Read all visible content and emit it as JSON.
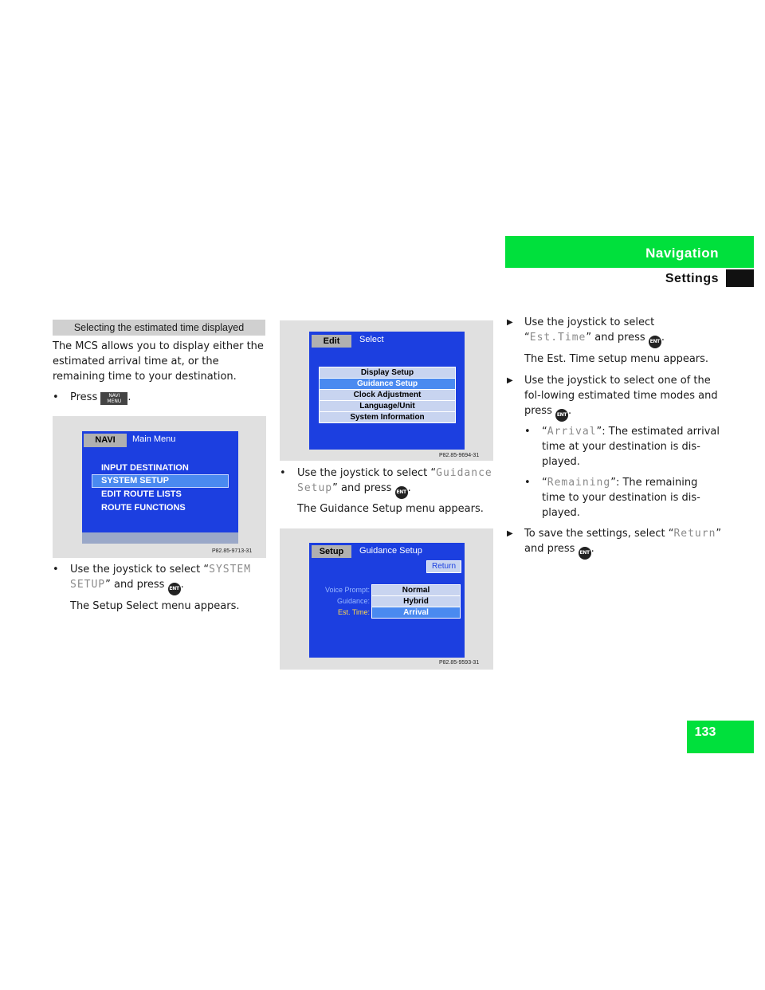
{
  "header": {
    "chapter": "Navigation",
    "section": "Settings"
  },
  "page_number": "133",
  "section_heading": "Selecting the estimated time displayed",
  "intro": "The MCS allows you to display either the estimated arrival time at, or the remaining time to your destination.",
  "step_press": {
    "before": "Press",
    "key_top": "NAVI",
    "key_bottom": "MENU",
    "after": "."
  },
  "ent_label": "ENT",
  "step_system": {
    "pre": "Use the joystick to select “",
    "code1": "SYSTEM",
    "code2": "SETUP",
    "post": "” and press",
    "end": "."
  },
  "result_system": "The Setup Select menu appears.",
  "step_guidance": {
    "pre": "Use the joystick to select “",
    "code1": "Guidance",
    "code2": "Setup",
    "post": "” and press",
    "end": "."
  },
  "result_guidance": "The Guidance Setup menu appears.",
  "step_est": {
    "pre": "Use the joystick to select",
    "open": "“",
    "code": "Est.Time",
    "post": "” and press",
    "end": "."
  },
  "result_est": "The Est. Time setup menu appears.",
  "step_mode": {
    "text": "Use the joystick to select one of the fol-lowing estimated time modes and",
    "press": "press",
    "end": "."
  },
  "mode_arrival": {
    "open": "“",
    "code": "Arrival",
    "text": "”: The estimated arrival time at your destination is dis-played."
  },
  "mode_remaining": {
    "open": "“",
    "code": "Remaining",
    "text": "”: The remaining time to your destination is dis-played."
  },
  "step_save": {
    "pre": "To save the settings, select “",
    "code": "Return",
    "post": "”",
    "press": "and press",
    "end": "."
  },
  "screen1": {
    "tab": "NAVI",
    "title": "Main Menu",
    "items": [
      "INPUT DESTINATION",
      "SYSTEM SETUP",
      "EDIT ROUTE LISTS",
      "ROUTE FUNCTIONS"
    ],
    "ref": "P82.85-9713-31"
  },
  "screen2": {
    "tab": "Edit",
    "title": "Select",
    "items": [
      "Display Setup",
      "Guidance Setup",
      "Clock Adjustment",
      "Language/Unit",
      "System Information"
    ],
    "ref": "P82.85-9694-31"
  },
  "screen3": {
    "tab": "Setup",
    "title": "Guidance Setup",
    "return": "Return",
    "labels": [
      "Voice Prompt:",
      "Guidance:",
      "Est. Time:"
    ],
    "values": [
      "Normal",
      "Hybrid",
      "Arrival"
    ],
    "ref": "P82.85-9593-31"
  }
}
